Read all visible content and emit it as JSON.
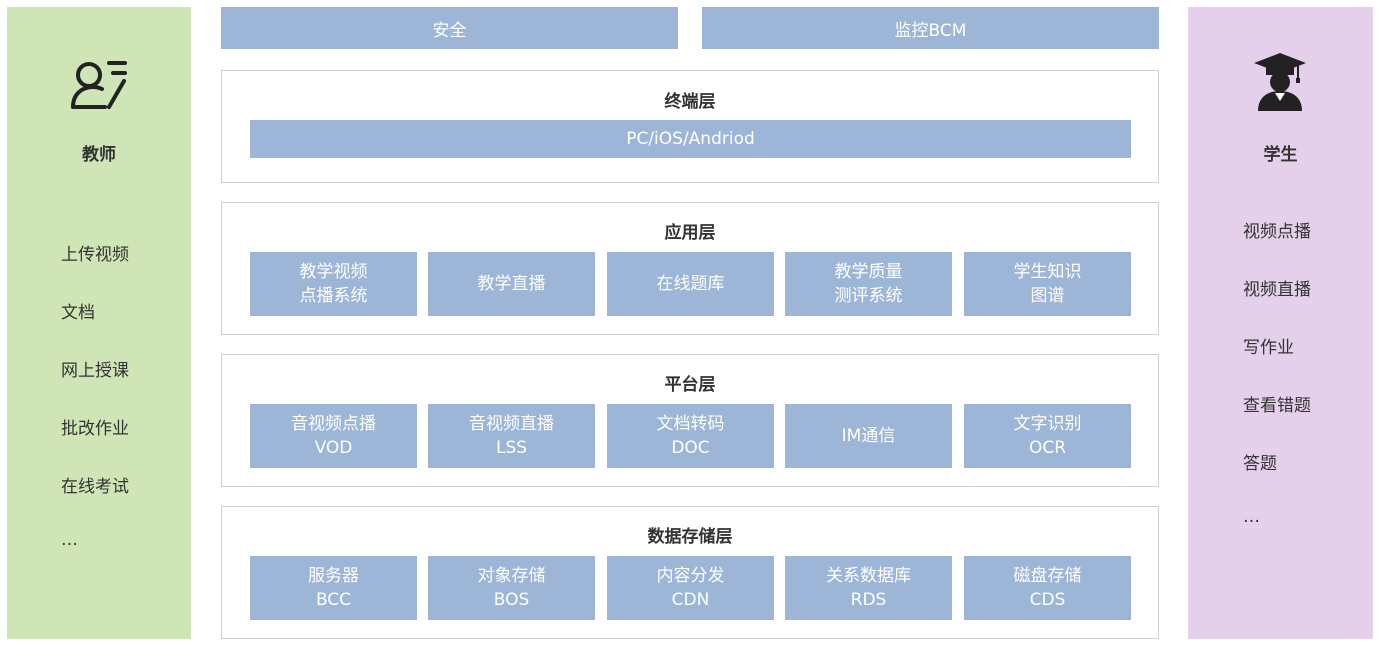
{
  "left_panel": {
    "role": "教师",
    "icon": "teacher-icon",
    "items": [
      "上传视频",
      "文档",
      "网上授课",
      "批改作业",
      "在线考试",
      "…"
    ]
  },
  "right_panel": {
    "role": "学生",
    "icon": "student-graduate-icon",
    "items": [
      "视频点播",
      "视频直播",
      "写作业",
      "查看错题",
      "答题",
      "…"
    ]
  },
  "top_bars": [
    "安全",
    "监控BCM"
  ],
  "layers": {
    "terminal": {
      "title": "终端层",
      "bar": "PC/iOS/Andriod"
    },
    "application": {
      "title": "应用层",
      "boxes": [
        {
          "line1": "教学视频",
          "line2": "点播系统"
        },
        {
          "line1": "教学直播",
          "line2": ""
        },
        {
          "line1": "在线题库",
          "line2": ""
        },
        {
          "line1": "教学质量",
          "line2": "测评系统"
        },
        {
          "line1": "学生知识",
          "line2": "图谱"
        }
      ]
    },
    "platform": {
      "title": "平台层",
      "boxes": [
        {
          "line1": "音视频点播",
          "line2": "VOD"
        },
        {
          "line1": "音视频直播",
          "line2": "LSS"
        },
        {
          "line1": "文档转码",
          "line2": "DOC"
        },
        {
          "line1": "IM通信",
          "line2": ""
        },
        {
          "line1": "文字识别",
          "line2": "OCR"
        }
      ]
    },
    "storage": {
      "title": "数据存储层",
      "boxes": [
        {
          "line1": "服务器",
          "line2": "BCC"
        },
        {
          "line1": "对象存储",
          "line2": "BOS"
        },
        {
          "line1": "内容分发",
          "line2": "CDN"
        },
        {
          "line1": "关系数据库",
          "line2": "RDS"
        },
        {
          "line1": "磁盘存储",
          "line2": "CDS"
        }
      ]
    }
  },
  "colors": {
    "teacher_panel": "#cfe5b6",
    "student_panel": "#e4d0ea",
    "box_fill": "#9db6d8",
    "box_text": "#ffffff",
    "layer_border": "#cfcfcf"
  }
}
